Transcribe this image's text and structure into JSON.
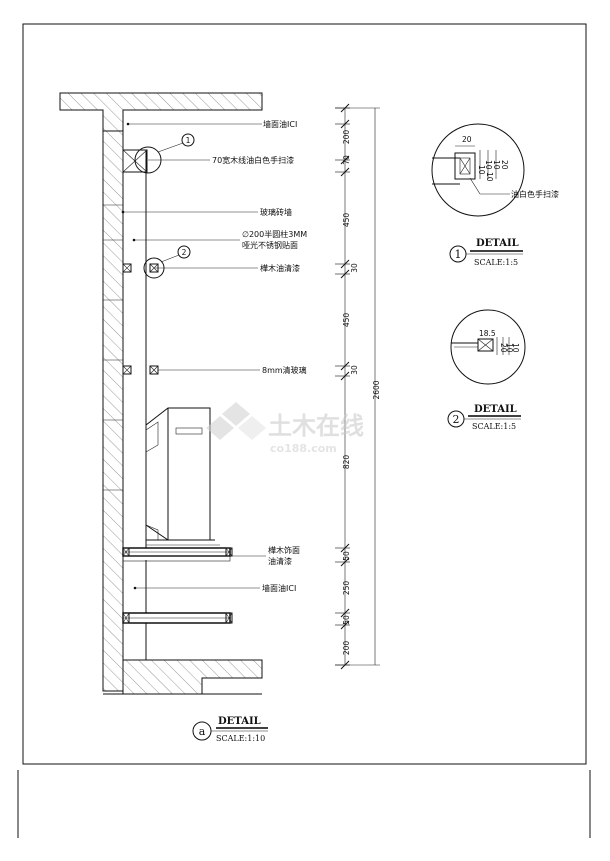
{
  "main_detail": {
    "labels": [
      "墙面油ICI",
      "70宽木线油白色手扫漆",
      "玻璃砖墙",
      "∅200半圆柱3MM",
      "哑光不锈钢贴面",
      "樺木油清漆",
      "8mm清玻璃",
      "樺木饰面",
      "油清漆",
      "墙面油ICI"
    ],
    "callouts": [
      "1",
      "2"
    ],
    "dimensions": [
      "200",
      "70",
      "450",
      "30",
      "450",
      "30",
      "820",
      "50",
      "250",
      "50",
      "200"
    ],
    "total_dimension": "2600",
    "title_bubble": "a",
    "title": "DETAIL",
    "scale": "SCALE:1:10"
  },
  "detail_1": {
    "bubble": "1",
    "title": "DETAIL",
    "scale": "SCALE:1:5",
    "dims": [
      "20",
      "10",
      "10",
      "20",
      "10",
      "10"
    ],
    "note": "油白色手扫漆"
  },
  "detail_2": {
    "bubble": "2",
    "title": "DETAIL",
    "scale": "SCALE:1:5",
    "dims": [
      "18.5",
      "20",
      "10",
      "10"
    ]
  },
  "watermark": {
    "text_cn": "土木在线",
    "text_en": "co188.com"
  }
}
